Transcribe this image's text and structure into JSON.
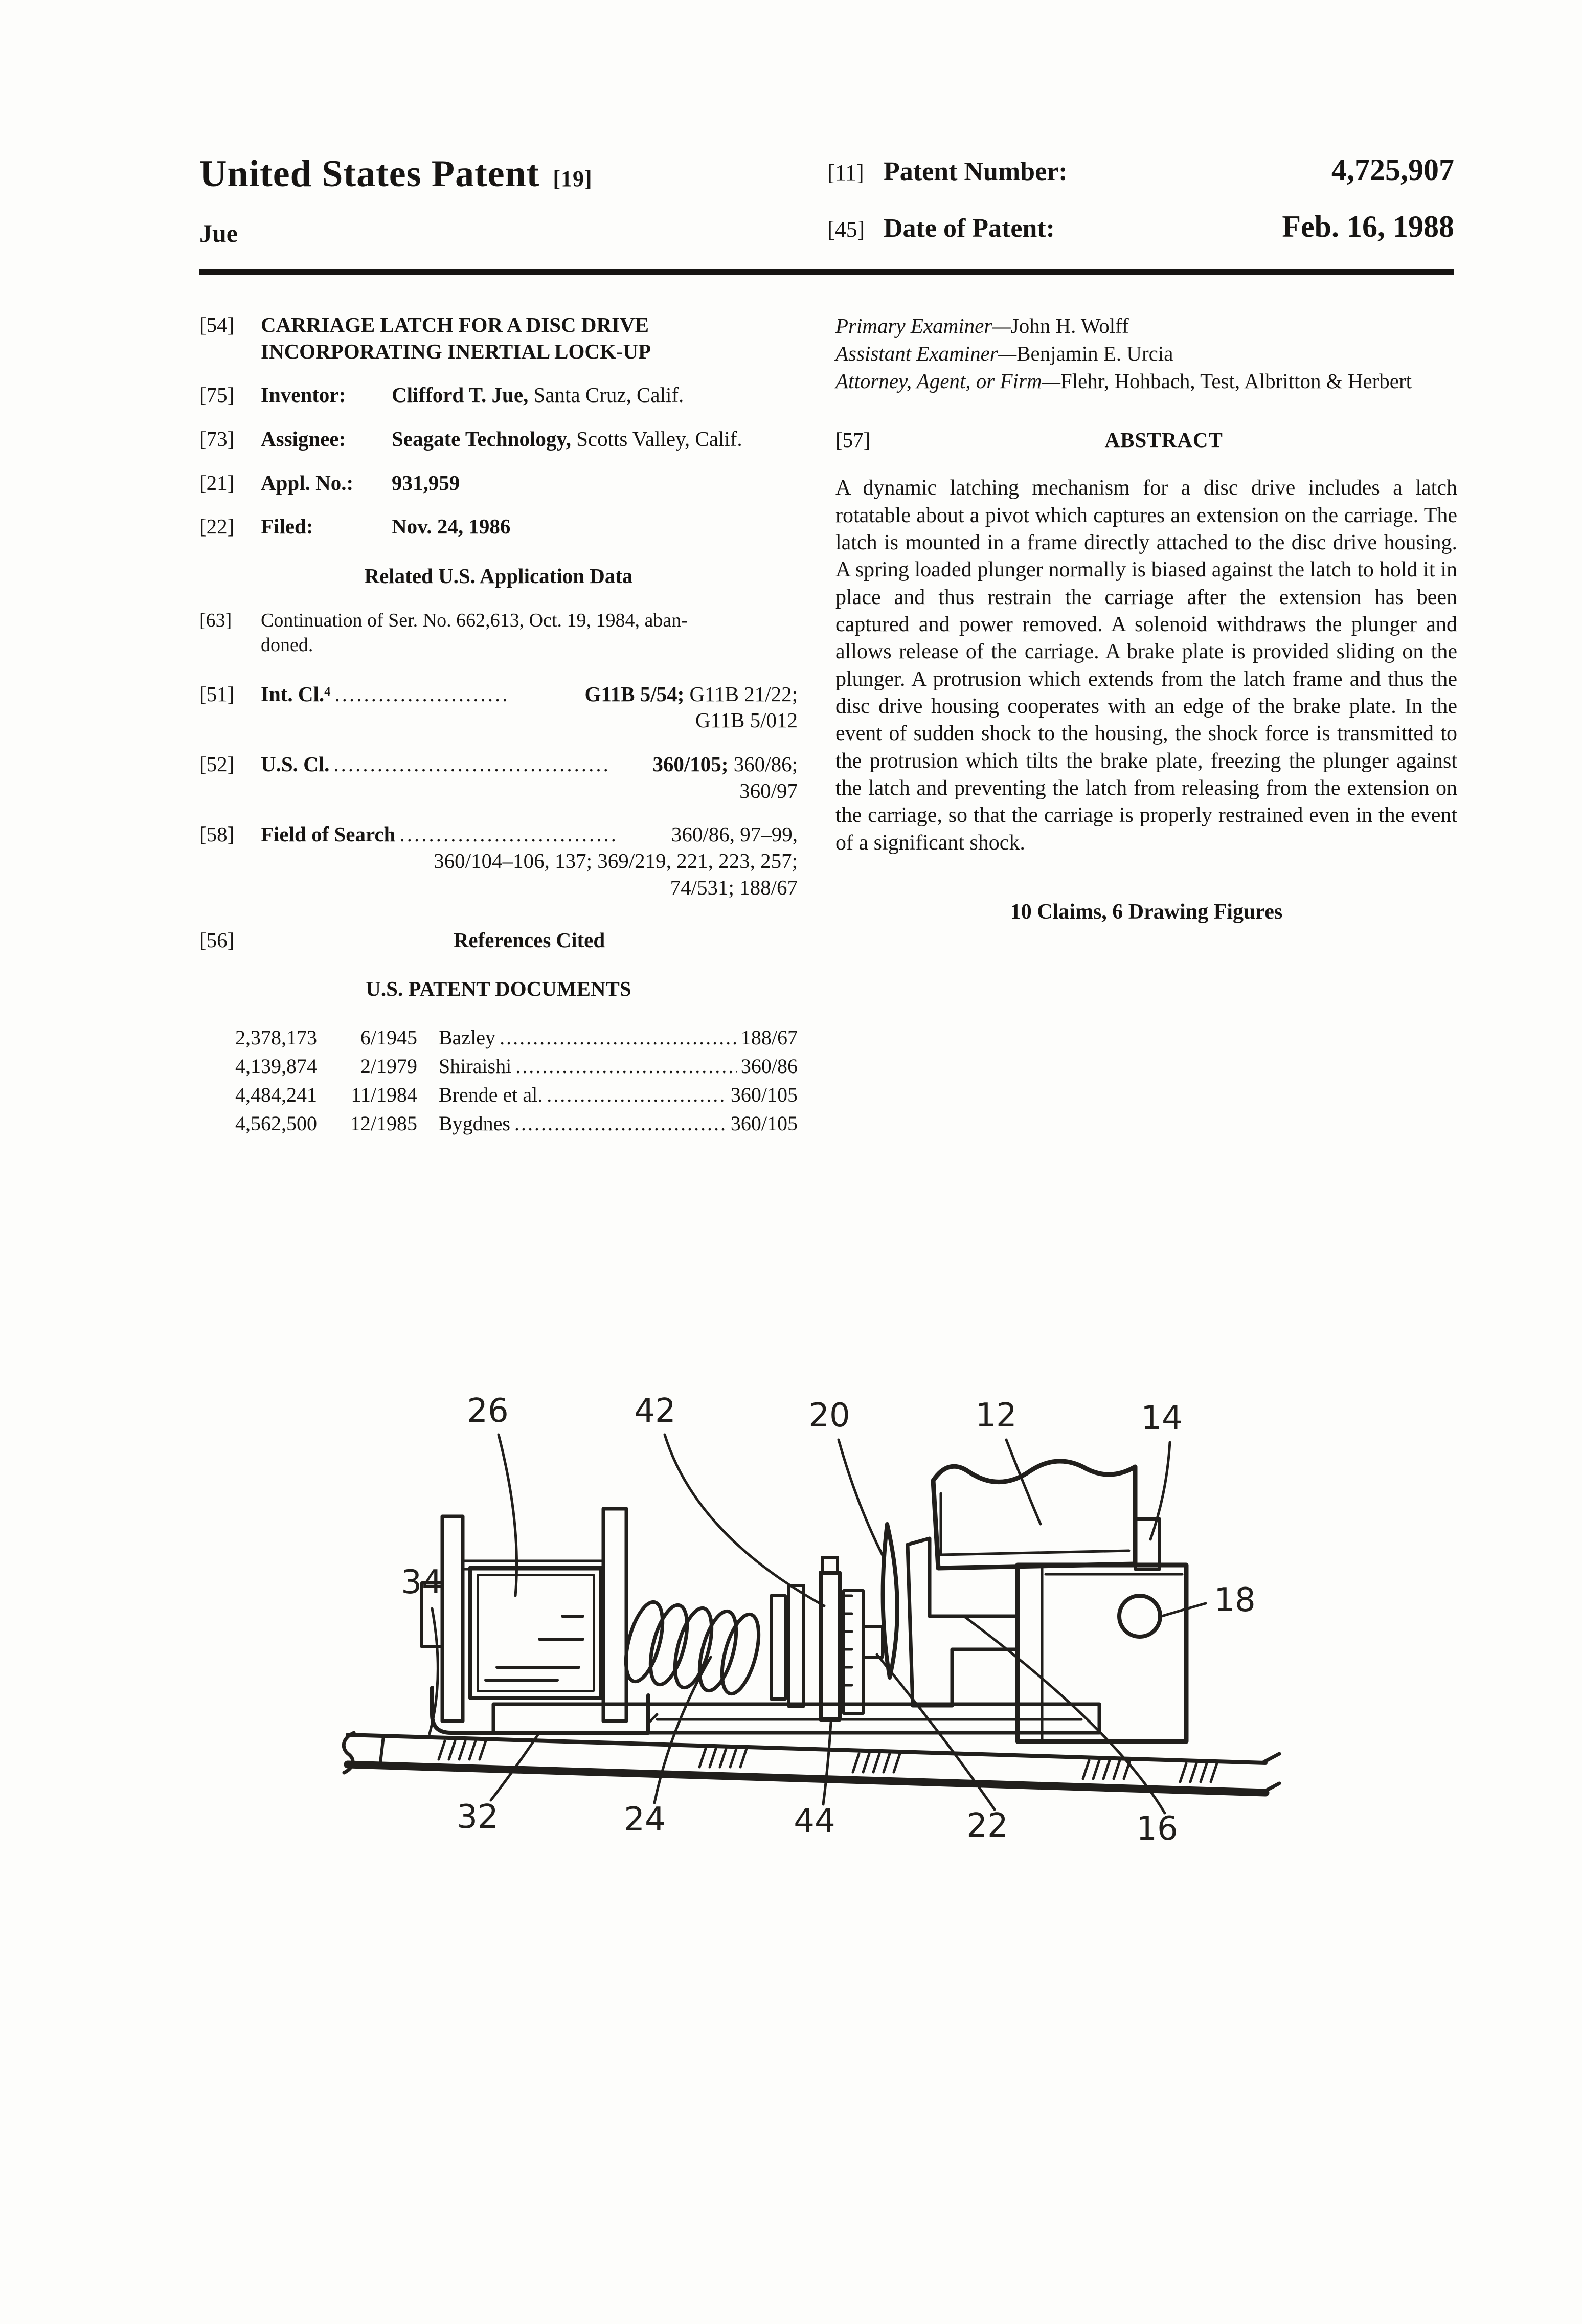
{
  "header": {
    "title": "United States Patent",
    "title_tag": "[19]",
    "author": "Jue",
    "patent_number_tag": "[11]",
    "patent_number_label": "Patent Number:",
    "patent_number": "4,725,907",
    "date_tag": "[45]",
    "date_label": "Date of Patent:",
    "date": "Feb. 16, 1988"
  },
  "biblio": {
    "title_tag": "[54]",
    "title": "CARRIAGE LATCH FOR A DISC DRIVE INCORPORATING INERTIAL LOCK-UP",
    "inventor_tag": "[75]",
    "inventor_label": "Inventor:",
    "inventor_value_bold": "Clifford T. Jue,",
    "inventor_value": " Santa Cruz, Calif.",
    "assignee_tag": "[73]",
    "assignee_label": "Assignee:",
    "assignee_value_bold": "Seagate Technology,",
    "assignee_value": " Scotts Valley, Calif.",
    "appl_tag": "[21]",
    "appl_label": "Appl. No.:",
    "appl_value": "931,959",
    "filed_tag": "[22]",
    "filed_label": "Filed:",
    "filed_value": "Nov. 24, 1986",
    "related_heading": "Related U.S. Application Data",
    "continuation_tag": "[63]",
    "continuation_line1": "Continuation of Ser. No. 662,613, Oct. 19, 1984, aban-",
    "continuation_line2": "doned.",
    "intcl_tag": "[51]",
    "intcl_label": "Int. Cl.⁴",
    "intcl_dots": "........................",
    "intcl_value_bold": "G11B 5/54;",
    "intcl_value": " G11B 21/22;",
    "intcl_cont": "G11B 5/012",
    "uscl_tag": "[52]",
    "uscl_label": "U.S. Cl.",
    "uscl_dots": "......................................",
    "uscl_value_bold": "360/105;",
    "uscl_value": " 360/86;",
    "uscl_cont": "360/97",
    "fos_tag": "[58]",
    "fos_label": "Field of Search",
    "fos_dots": "..............................",
    "fos_value": "360/86, 97–99,",
    "fos_cont1": "360/104–106, 137; 369/219, 221, 223, 257;",
    "fos_cont2": "74/531; 188/67",
    "refs_tag": "[56]",
    "refs_heading": "References Cited",
    "refs_subheading": "U.S. PATENT DOCUMENTS",
    "refs": [
      {
        "number": "2,378,173",
        "date": "6/1945",
        "name": "Bazley",
        "dots": "......................................................................",
        "cls": "188/67"
      },
      {
        "number": "4,139,874",
        "date": "2/1979",
        "name": "Shiraishi",
        "dots": "......................................................................",
        "cls": "360/86"
      },
      {
        "number": "4,484,241",
        "date": "11/1984",
        "name": "Brende et al.",
        "dots": "......................................................................",
        "cls": "360/105"
      },
      {
        "number": "4,562,500",
        "date": "12/1985",
        "name": "Bygdnes",
        "dots": "......................................................................",
        "cls": "360/105"
      }
    ]
  },
  "right": {
    "primary_label": "Primary Examiner—",
    "primary_value": "John H. Wolff",
    "assistant_label": "Assistant Examiner—",
    "assistant_value": "Benjamin E. Urcia",
    "attorney_label": "Attorney, Agent, or Firm—",
    "attorney_value": "Flehr, Hohbach, Test, Albritton & Herbert",
    "abstract_tag": "[57]",
    "abstract_heading": "ABSTRACT",
    "abstract_text": "A dynamic latching mechanism for a disc drive includes a latch rotatable about a pivot which captures an extension on the carriage. The latch is mounted in a frame directly attached to the disc drive housing. A spring loaded plunger normally is biased against the latch to hold it in place and thus restrain the carriage after the extension has been captured and power removed. A solenoid withdraws the plunger and allows release of the carriage. A brake plate is provided sliding on the plunger. A protrusion which extends from the latch frame and thus the disc drive housing cooperates with an edge of the brake plate. In the event of sudden shock to the housing, the shock force is transmitted to the protrusion which tilts the brake plate, freezing the plunger against the latch and preventing the latch from releasing from the extension on the carriage, so that the carriage is properly restrained even in the event of a significant shock.",
    "claims_line": "10 Claims, 6 Drawing Figures"
  },
  "figure": {
    "callouts": [
      {
        "label": "26"
      },
      {
        "label": "42"
      },
      {
        "label": "20"
      },
      {
        "label": "12"
      },
      {
        "label": "14"
      },
      {
        "label": "34"
      },
      {
        "label": "18"
      },
      {
        "label": "32"
      },
      {
        "label": "24"
      },
      {
        "label": "44"
      },
      {
        "label": "22"
      },
      {
        "label": "16"
      }
    ]
  }
}
